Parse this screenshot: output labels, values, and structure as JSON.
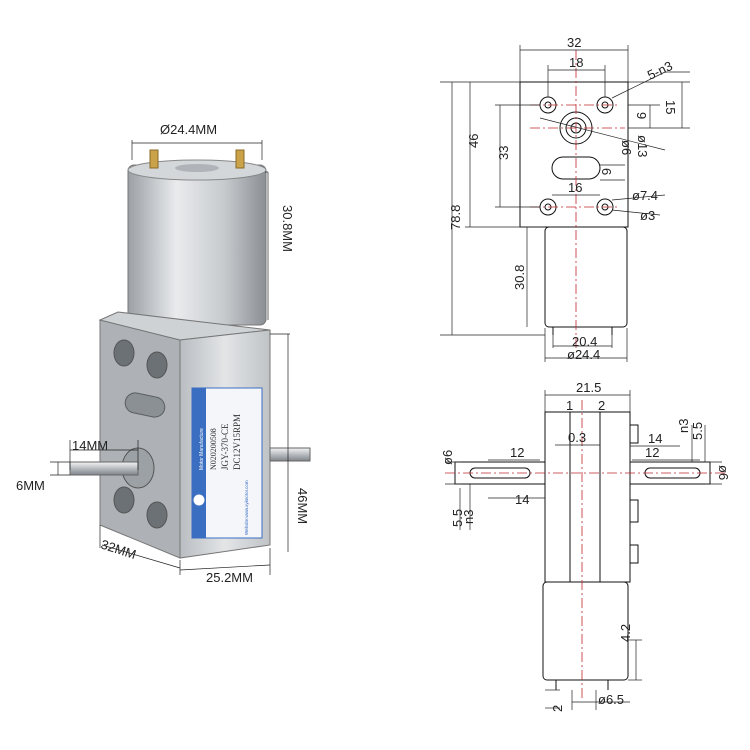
{
  "photo": {
    "dims": {
      "diameter": "Ø24.4MM",
      "motor_length": "30.8MM",
      "shaft_length": "14MM",
      "shaft_diameter": "6MM",
      "depth": "32MM",
      "width": "25.2MM",
      "height": "46MM"
    },
    "label": {
      "model": "JGY-370-CE",
      "spec": "DC12V15RPM",
      "serial": "N020200508",
      "maker": "Motor Manufacture",
      "web": "Website:www.xyimotor.com"
    }
  },
  "front_view": {
    "dims": {
      "w32": "32",
      "w18": "18",
      "holes": "5-n3",
      "h15": "15",
      "h9": "9",
      "h46": "46",
      "h33": "33",
      "total": "78.8",
      "d13": "ø13",
      "d6": "ø6",
      "w16": "16",
      "h6": "6",
      "d74": "ø7.4",
      "d3": "ø3",
      "motor": "30.8",
      "w204": "20.4",
      "d244": "ø24.4"
    }
  },
  "side_view": {
    "dims": {
      "w215": "21.5",
      "w1": "1",
      "w2": "2",
      "off03": "0.3",
      "l12a": "12",
      "l12b": "12",
      "l14a": "14",
      "l14b": "14",
      "d6a": "ø6",
      "d6b": "ø6",
      "n3a": "n3",
      "n3b": "n3",
      "h55a": "5.5",
      "h55b": "5.5",
      "h42": "4.2",
      "h2": "2",
      "d65": "ø6.5"
    }
  },
  "colors": {
    "metal_light": "#e6e8ea",
    "metal_dark": "#8d9297",
    "label_blue": "#3a6ec1",
    "centerline": "#c0272d"
  }
}
